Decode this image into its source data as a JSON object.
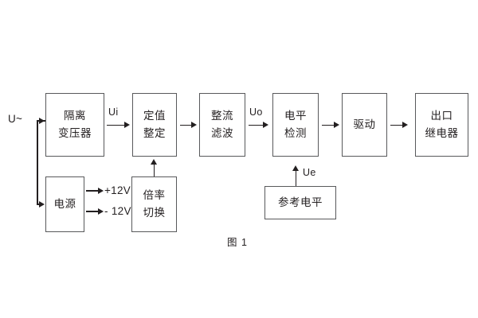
{
  "diagram": {
    "caption": "图 1",
    "source_label": "U~",
    "blocks": [
      {
        "id": "isolation-transformer",
        "lines": [
          "隔离",
          "变压器"
        ]
      },
      {
        "id": "setting-value",
        "lines": [
          "定值",
          "整定"
        ]
      },
      {
        "id": "rectify-filter",
        "lines": [
          "整流",
          "滤波"
        ]
      },
      {
        "id": "level-detection",
        "lines": [
          "电平",
          "检测"
        ]
      },
      {
        "id": "drive",
        "lines": [
          "驱动"
        ]
      },
      {
        "id": "output-relay",
        "lines": [
          "出口",
          "继电器"
        ]
      },
      {
        "id": "power-supply",
        "lines": [
          "电源"
        ]
      },
      {
        "id": "multiplier-switch",
        "lines": [
          "倍率",
          "切换"
        ]
      },
      {
        "id": "reference-level",
        "lines": [
          "参考电平"
        ]
      }
    ],
    "signal_labels": {
      "ui": "Ui",
      "uo": "Uo",
      "ue": "Ue"
    },
    "supply_rails": {
      "positive": "+12V",
      "negative": "- 12V"
    },
    "colors": {
      "stroke": "#58595b",
      "line": "#231f20",
      "text": "#231f20",
      "background": "#ffffff"
    }
  }
}
